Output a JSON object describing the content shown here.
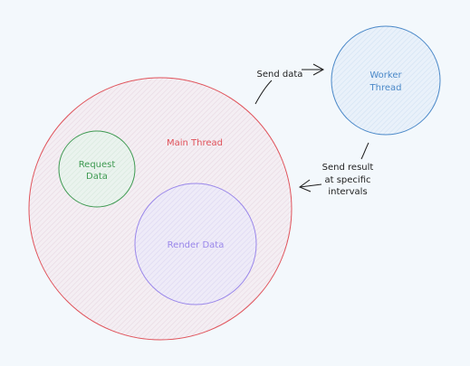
{
  "diagram": {
    "main_thread": {
      "label": "Main Thread",
      "stroke": "#e0525a",
      "fill": "#f2e9ef"
    },
    "request_data": {
      "lines": [
        "Request",
        "Data"
      ],
      "stroke": "#3f9a52",
      "fill": "#e7f1ec"
    },
    "render_data": {
      "label": "Render Data",
      "stroke": "#9a87ea",
      "fill": "#ebe7f6"
    },
    "worker_thread": {
      "lines": [
        "Worker",
        "Thread"
      ],
      "stroke": "#4a88c8",
      "fill": "#e6eef8"
    },
    "send_data": {
      "label": "Send data"
    },
    "send_result": {
      "lines": [
        "Send result",
        "at specific",
        "intervals"
      ]
    },
    "text_color": "#1e1e1e"
  }
}
